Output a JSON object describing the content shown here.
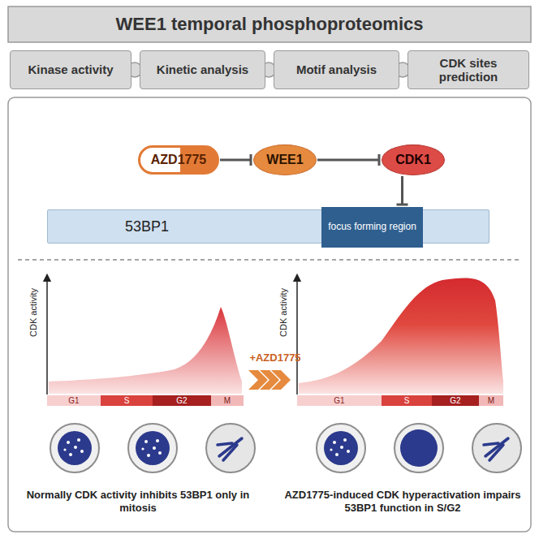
{
  "diagram": {
    "title": "WEE1 temporal phosphoproteomics",
    "nodes": [
      {
        "text": [
          "Kinase activity"
        ]
      },
      {
        "text": [
          "Kinetic analysis"
        ]
      },
      {
        "text": [
          "Motif analysis"
        ]
      },
      {
        "text": [
          "CDK sites prediction"
        ]
      },
      {
        "text": [
          "AZD1775"
        ]
      },
      {
        "text": [
          "WEE1"
        ]
      },
      {
        "text": [
          "CDK1"
        ]
      },
      {
        "text": [
          "53BP1"
        ]
      },
      {
        "text": [
          "focus forming region"
        ],
        "in": 7
      }
    ],
    "edges": [
      {
        "from": 4,
        "to": 5,
        "arrow": "to"
      },
      {
        "from": 5,
        "to": 6,
        "arrow": "to"
      },
      {
        "from": 6,
        "to": 8,
        "arrow": "to"
      }
    ],
    "labels": [
      "CDK activity",
      "G1",
      "S",
      "G2",
      "M",
      "+AZD1775",
      "CDK activity",
      "G1",
      "S",
      "G2",
      "M",
      "Normally CDK activity inhibits 53BP1 only in mitosis",
      "AZD1775-induced CDK hyperactivation impairs 53BP1 function in S/G2"
    ]
  }
}
